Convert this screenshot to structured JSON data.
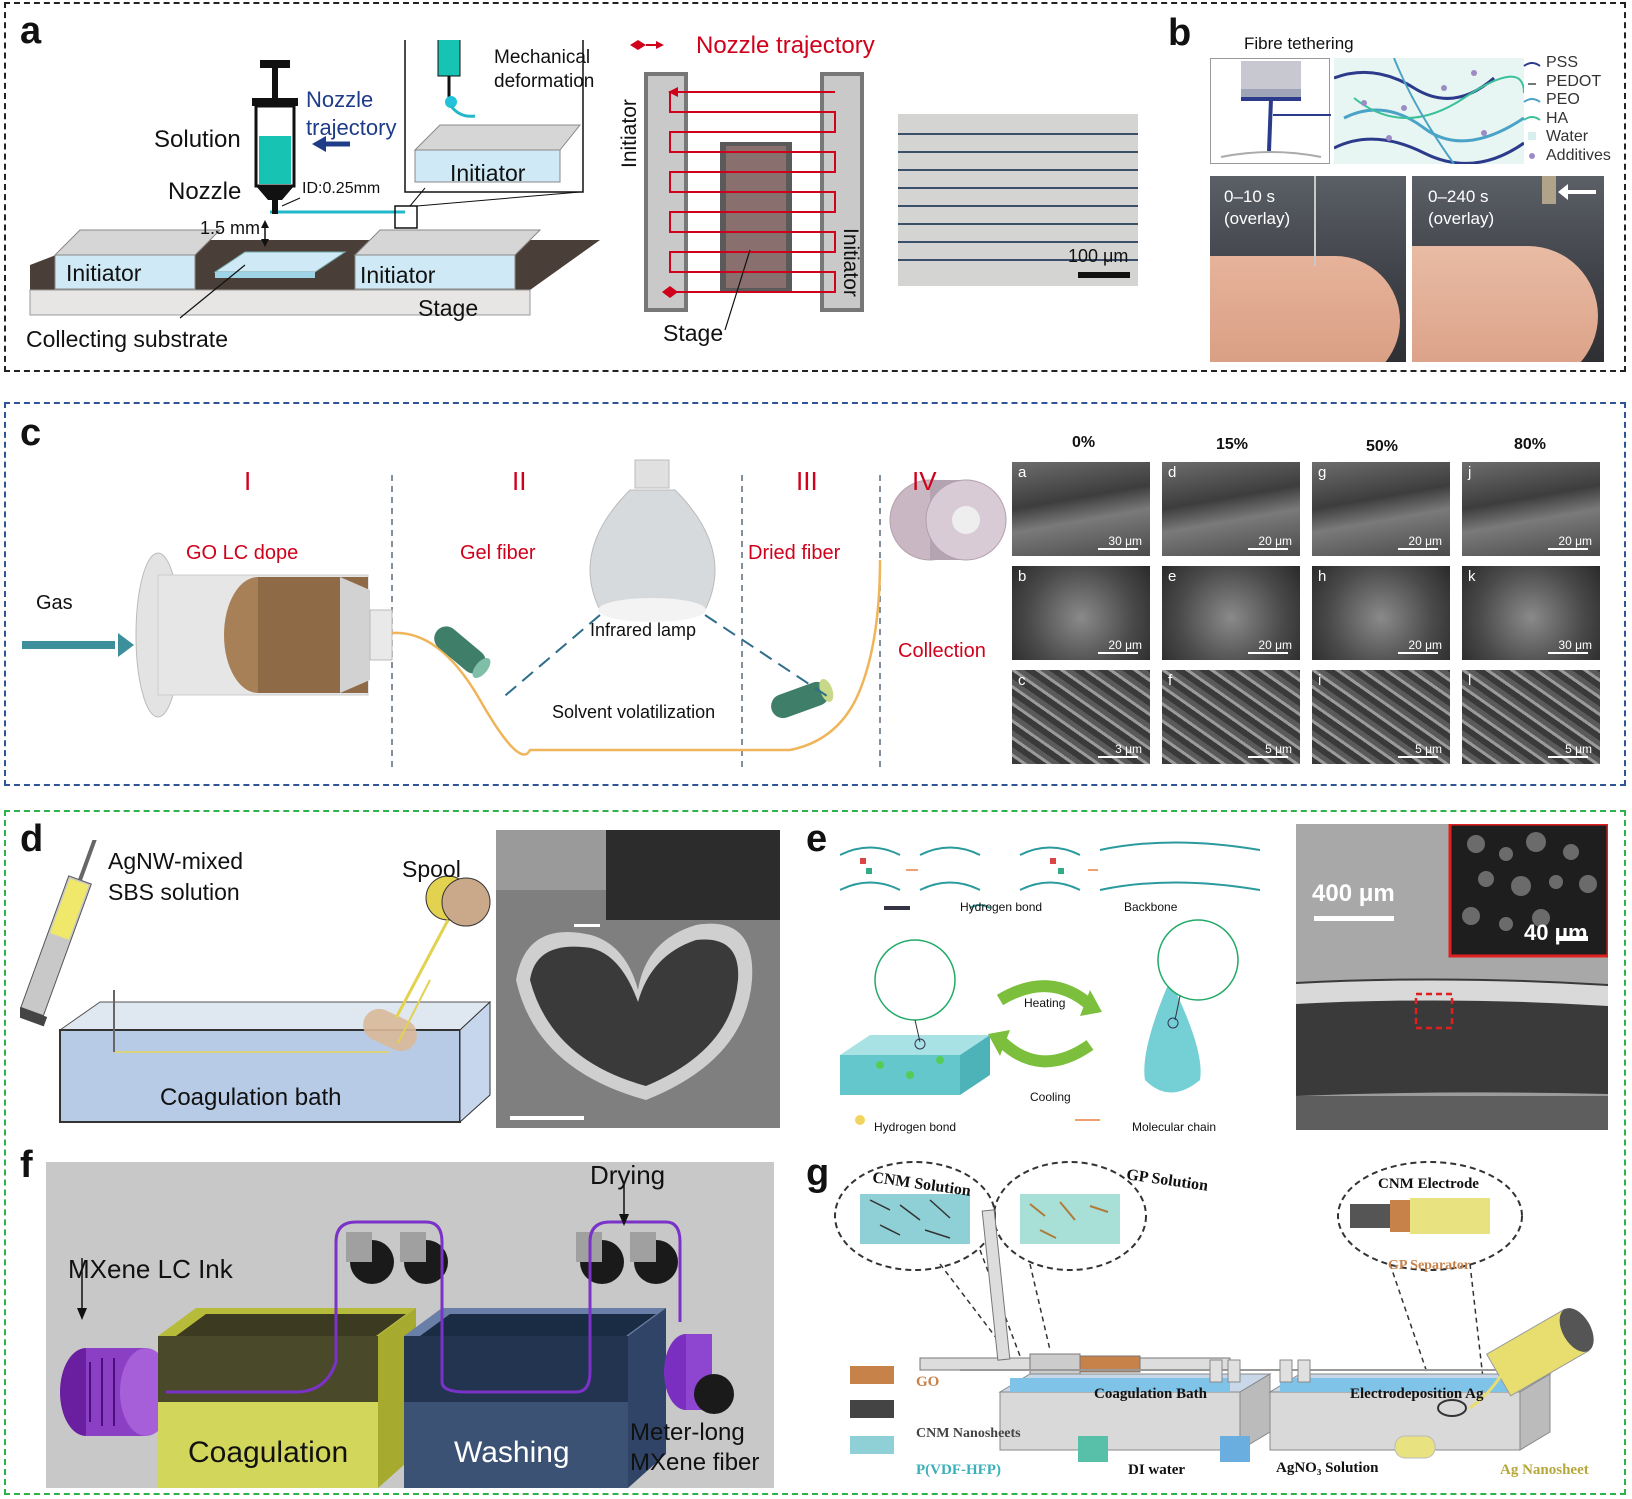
{
  "colors": {
    "frame_a": "#222222",
    "frame_c": "#2f5597",
    "frame_d": "#2db34a",
    "accent_red": "#d0021b",
    "blue_text": "#1f3c88"
  },
  "panel_a": {
    "letter": "a",
    "syringe": {
      "solution": "Solution",
      "nozzle": "Nozzle",
      "nozzle_trajectory": "Nozzle\ntrajectory",
      "id": "ID:0.25mm",
      "gap": "1.5 mm",
      "initiator_left": "Initiator",
      "initiator_right": "Initiator",
      "initiator_inset": "Initiator",
      "stage": "Stage",
      "collecting": "Collecting substrate",
      "mech_def": "Mechanical\ndeformation"
    },
    "trajectory": {
      "legend": "Nozzle trajectory",
      "initiator_left": "Initiator",
      "initiator_right": "Initiator",
      "stage": "Stage"
    },
    "micrograph": {
      "scale": "100 μm"
    }
  },
  "panel_b": {
    "letter": "b",
    "title": "Fibre tethering",
    "legend": [
      "PSS",
      "PEDOT",
      "PEO",
      "HA",
      "Water",
      "Additives"
    ],
    "photo1": "0–10 s\n(overlay)",
    "photo2": "0–240 s\n(overlay)"
  },
  "panel_c": {
    "letter": "c",
    "stages": [
      "I",
      "II",
      "III",
      "IV"
    ],
    "gas": "Gas",
    "go_lc_dope": "GO LC dope",
    "gel_fiber": "Gel fiber",
    "infrared": "Infrared lamp",
    "dried_fiber": "Dried fiber",
    "collection": "Collection",
    "solvent": "Solvent volatilization",
    "sem_columns": [
      "0%",
      "15%",
      "50%",
      "80%"
    ],
    "sem_tiles": [
      {
        "id": "a",
        "scale": "30 μm"
      },
      {
        "id": "d",
        "scale": "20 μm"
      },
      {
        "id": "g",
        "scale": "20 μm"
      },
      {
        "id": "j",
        "scale": "20 μm"
      },
      {
        "id": "b",
        "scale": "20 μm"
      },
      {
        "id": "e",
        "scale": "20 μm"
      },
      {
        "id": "h",
        "scale": "20 μm"
      },
      {
        "id": "k",
        "scale": "30 μm"
      },
      {
        "id": "c",
        "scale": "3 μm"
      },
      {
        "id": "f",
        "scale": "5 μm"
      },
      {
        "id": "i",
        "scale": "5 μm"
      },
      {
        "id": "l",
        "scale": "5 μm"
      }
    ]
  },
  "panel_d": {
    "letter": "d",
    "agnw": "AgNW-mixed\nSBS solution",
    "spool": "Spool",
    "bath": "Coagulation bath"
  },
  "panel_e": {
    "letter": "e",
    "hbond_legend": "Hydrogen bond",
    "backbone_legend": "Backbone",
    "heating": "Heating",
    "cooling": "Cooling",
    "hbond_legend2": "Hydrogen bond",
    "molecular_chain": "Molecular chain",
    "scale_big": "400 μm",
    "scale_inset": "40 μm"
  },
  "panel_f": {
    "letter": "f",
    "ink": "MXene LC Ink",
    "drying": "Drying",
    "coagulation": "Coagulation",
    "washing": "Washing",
    "product": "Meter-long\nMXene fiber"
  },
  "panel_g": {
    "letter": "g",
    "cnm_solution": "CNM Solution",
    "gp_solution": "GP Solution",
    "cnm_electrode": "CNM Electrode",
    "gp_separator": "GP Separator",
    "coag_bath": "Coagulation Bath",
    "electrodeposition": "Electrodeposition Ag",
    "legend": {
      "go": "GO",
      "cnm": "CNM Nanosheets",
      "pvdf": "P(VDF-HFP)",
      "di": "DI water",
      "agno3": "AgNO₃ Solution",
      "ag_nano": "Ag Nanosheet"
    }
  }
}
